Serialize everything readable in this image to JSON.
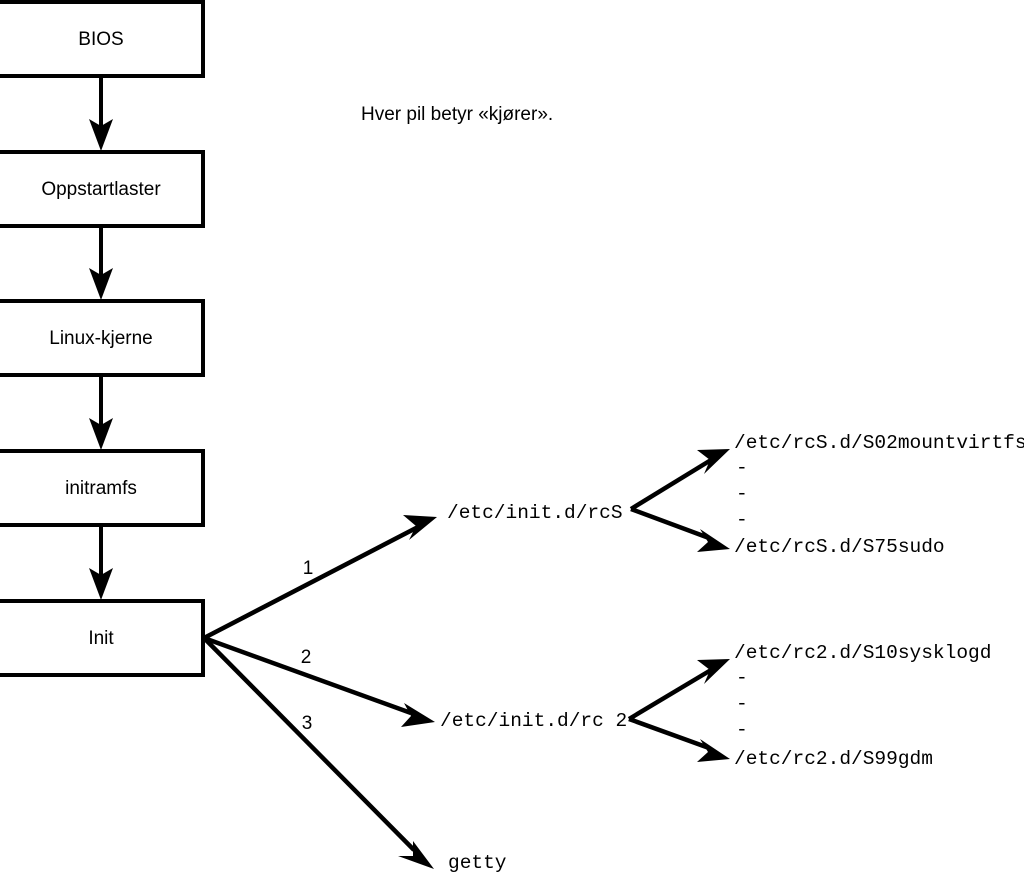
{
  "diagram": {
    "title_caption": "Hver pil betyr «kjører».",
    "colors": {
      "background": "#ffffff",
      "stroke": "#000000",
      "box_fill": "#ffffff",
      "text": "#000000"
    },
    "boot_chain": [
      {
        "label": "BIOS"
      },
      {
        "label": "Oppstartlaster"
      },
      {
        "label": "Linux-kjerne"
      },
      {
        "label": "initramfs"
      },
      {
        "label": "Init"
      }
    ],
    "init_branches": [
      {
        "number": "1",
        "label": "/etc/init.d/rcS"
      },
      {
        "number": "2",
        "label": "/etc/init.d/rc 2"
      },
      {
        "number": "3",
        "label": "getty"
      }
    ],
    "rcs_scripts": {
      "first": "/etc/rcS.d/S02mountvirtfs",
      "ellipsis": [
        "-",
        "-",
        "-"
      ],
      "last": "/etc/rcS.d/S75sudo"
    },
    "rc2_scripts": {
      "first": "/etc/rc2.d/S10sysklogd",
      "ellipsis": [
        "-",
        "-",
        "-"
      ],
      "last": "/etc/rc2.d/S99gdm"
    }
  }
}
